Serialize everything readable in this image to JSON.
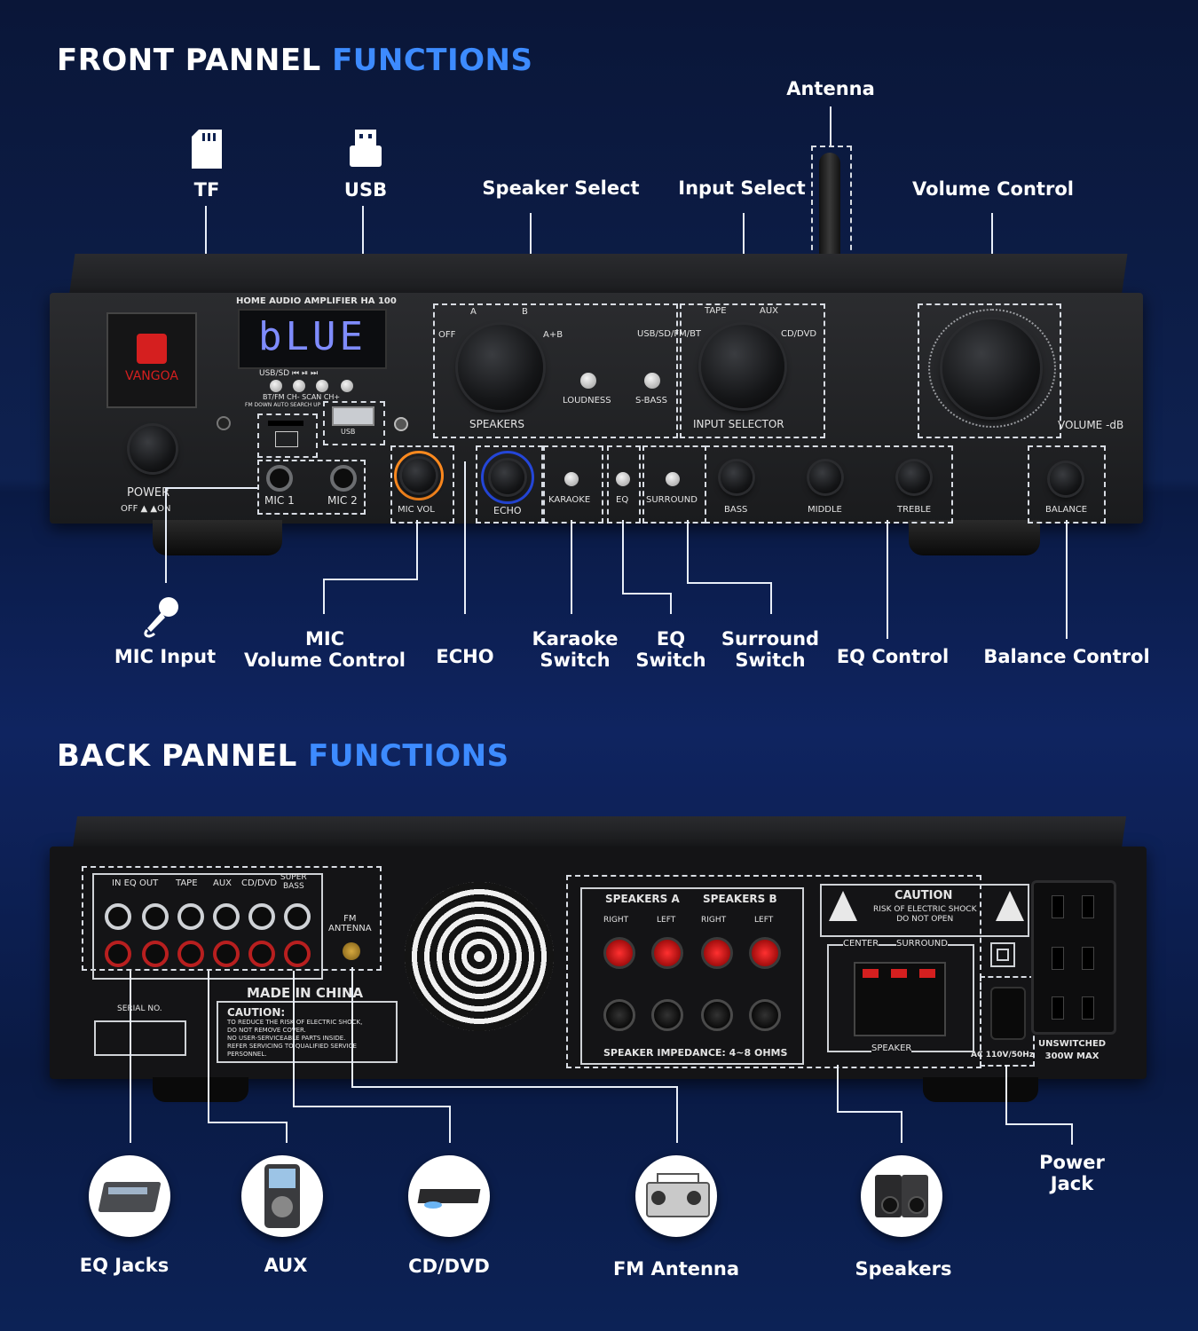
{
  "front": {
    "title_part1": "FRONT PANNEL",
    "title_part2": "FUNCTIONS",
    "labels": {
      "antenna": "Antenna",
      "tf": "TF",
      "usb": "USB",
      "speaker_select": "Speaker Select",
      "input_select": "Input Select",
      "volume_control": "Volume Control",
      "mic_input": "MIC Input",
      "mic_volume": "MIC\nVolume Control",
      "echo": "ECHO",
      "karaoke": "Karaoke\nSwitch",
      "eq_switch": "EQ\nSwitch",
      "surround": "Surround\nSwitch",
      "eq_control": "EQ Control",
      "balance": "Balance Control"
    },
    "panel": {
      "model": "HOME AUDIO AMPLIFIER HA 100",
      "display": "bLUE",
      "brand": "VANGOA",
      "power": "POWER",
      "power_states": "OFF ▲  ▲ON",
      "usb_row1": "USB/SD ⏮  ⏯  ⏭",
      "usb_row2": "BT/FM  CH-  SCAN  CH+",
      "usb_row3": "FM DOWN AUTO SEARCH UP",
      "usb_port": "USB",
      "mic1": "MIC 1",
      "mic2": "MIC 2",
      "mic_vol": "MIC VOL",
      "echo": "ECHO",
      "karaoke": "KARAOKE",
      "eq": "EQ",
      "surround": "SURROUND",
      "bass": "BASS",
      "middle": "MIDDLE",
      "treble": "TREBLE",
      "balance": "BALANCE",
      "speakers": "SPEAKERS",
      "spk_off": "OFF",
      "spk_a": "A",
      "spk_b": "B",
      "spk_ab": "A+B",
      "loudness": "LOUDNESS",
      "sbass": "S-BASS",
      "input_selector": "INPUT SELECTOR",
      "in_usb": "USB/SD/FM/BT",
      "in_tape": "TAPE",
      "in_aux": "AUX",
      "in_cd": "CD/DVD",
      "volume": "VOLUME -dB"
    }
  },
  "back": {
    "title_part1": "BACK PANNEL",
    "title_part2": "FUNCTIONS",
    "labels": {
      "eq_jacks": "EQ Jacks",
      "aux": "AUX",
      "cd_dvd": "CD/DVD",
      "fm_antenna": "FM Antenna",
      "speakers": "Speakers",
      "power_jack": "Power\nJack"
    },
    "panel": {
      "in_eq_out": "IN  EQ OUT",
      "tape": "TAPE",
      "aux": "AUX",
      "cd_dvd": "CD/DVD",
      "super_bass": "SUPER\nBASS",
      "fm_antenna": "FM\nANTENNA",
      "made_in": "MADE IN CHINA",
      "serial": "SERIAL NO.",
      "caution_title": "CAUTION:",
      "caution_text": "TO REDUCE THE RISK OF ELECTRIC SHOCK,\nDO NOT REMOVE COVER.\nNO USER-SERVICEABLE PARTS INSIDE.\nREFER SERVICING TO QUALIFIED SERVICE\nPERSONNEL.",
      "speakers_a": "SPEAKERS A",
      "speakers_b": "SPEAKERS B",
      "right": "RIGHT",
      "left": "LEFT",
      "impedance": "SPEAKER IMPEDANCE: 4~8 OHMS",
      "caution2": "CAUTION",
      "caution2_text": "RISK OF ELECTRIC SHOCK\nDO NOT OPEN",
      "center": "CENTER",
      "surround": "SURROUND",
      "speaker": "SPEAKER",
      "ac": "AC 110V/50Hz",
      "unswitched": "UNSWITCHED\n300W MAX"
    }
  }
}
